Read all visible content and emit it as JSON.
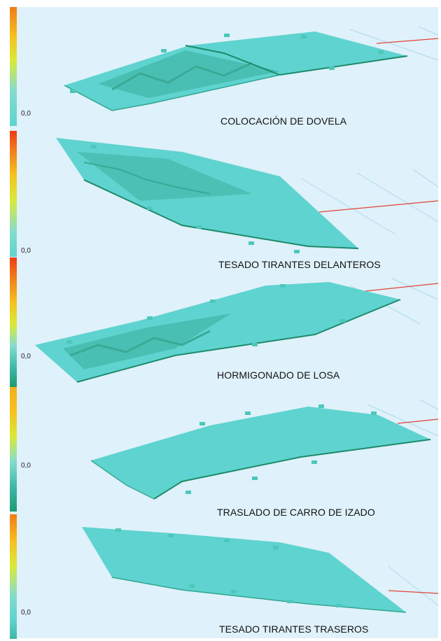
{
  "stages": [
    {
      "caption": "COLOCACIÓN DE DOVELA",
      "zero_label": "0,0"
    },
    {
      "caption": "TESADO TIRANTES DELANTEROS",
      "zero_label": "0,0"
    },
    {
      "caption": "HORMIGONADO DE LOSA",
      "zero_label": "0,0"
    },
    {
      "caption": "TRASLADO DE CARRO DE IZADO",
      "zero_label": "0,0"
    },
    {
      "caption": "TESADO TIRANTES TRASEROS",
      "zero_label": "0,0"
    }
  ],
  "colors": {
    "background": "#dff1fa",
    "deck_surface": "#5fd3cf",
    "deck_shadow": "#3fb8a8",
    "deck_edge": "#1d8a6a",
    "stay_cable": "#e0443a",
    "stay_cable_faint": "#a9dde9"
  }
}
